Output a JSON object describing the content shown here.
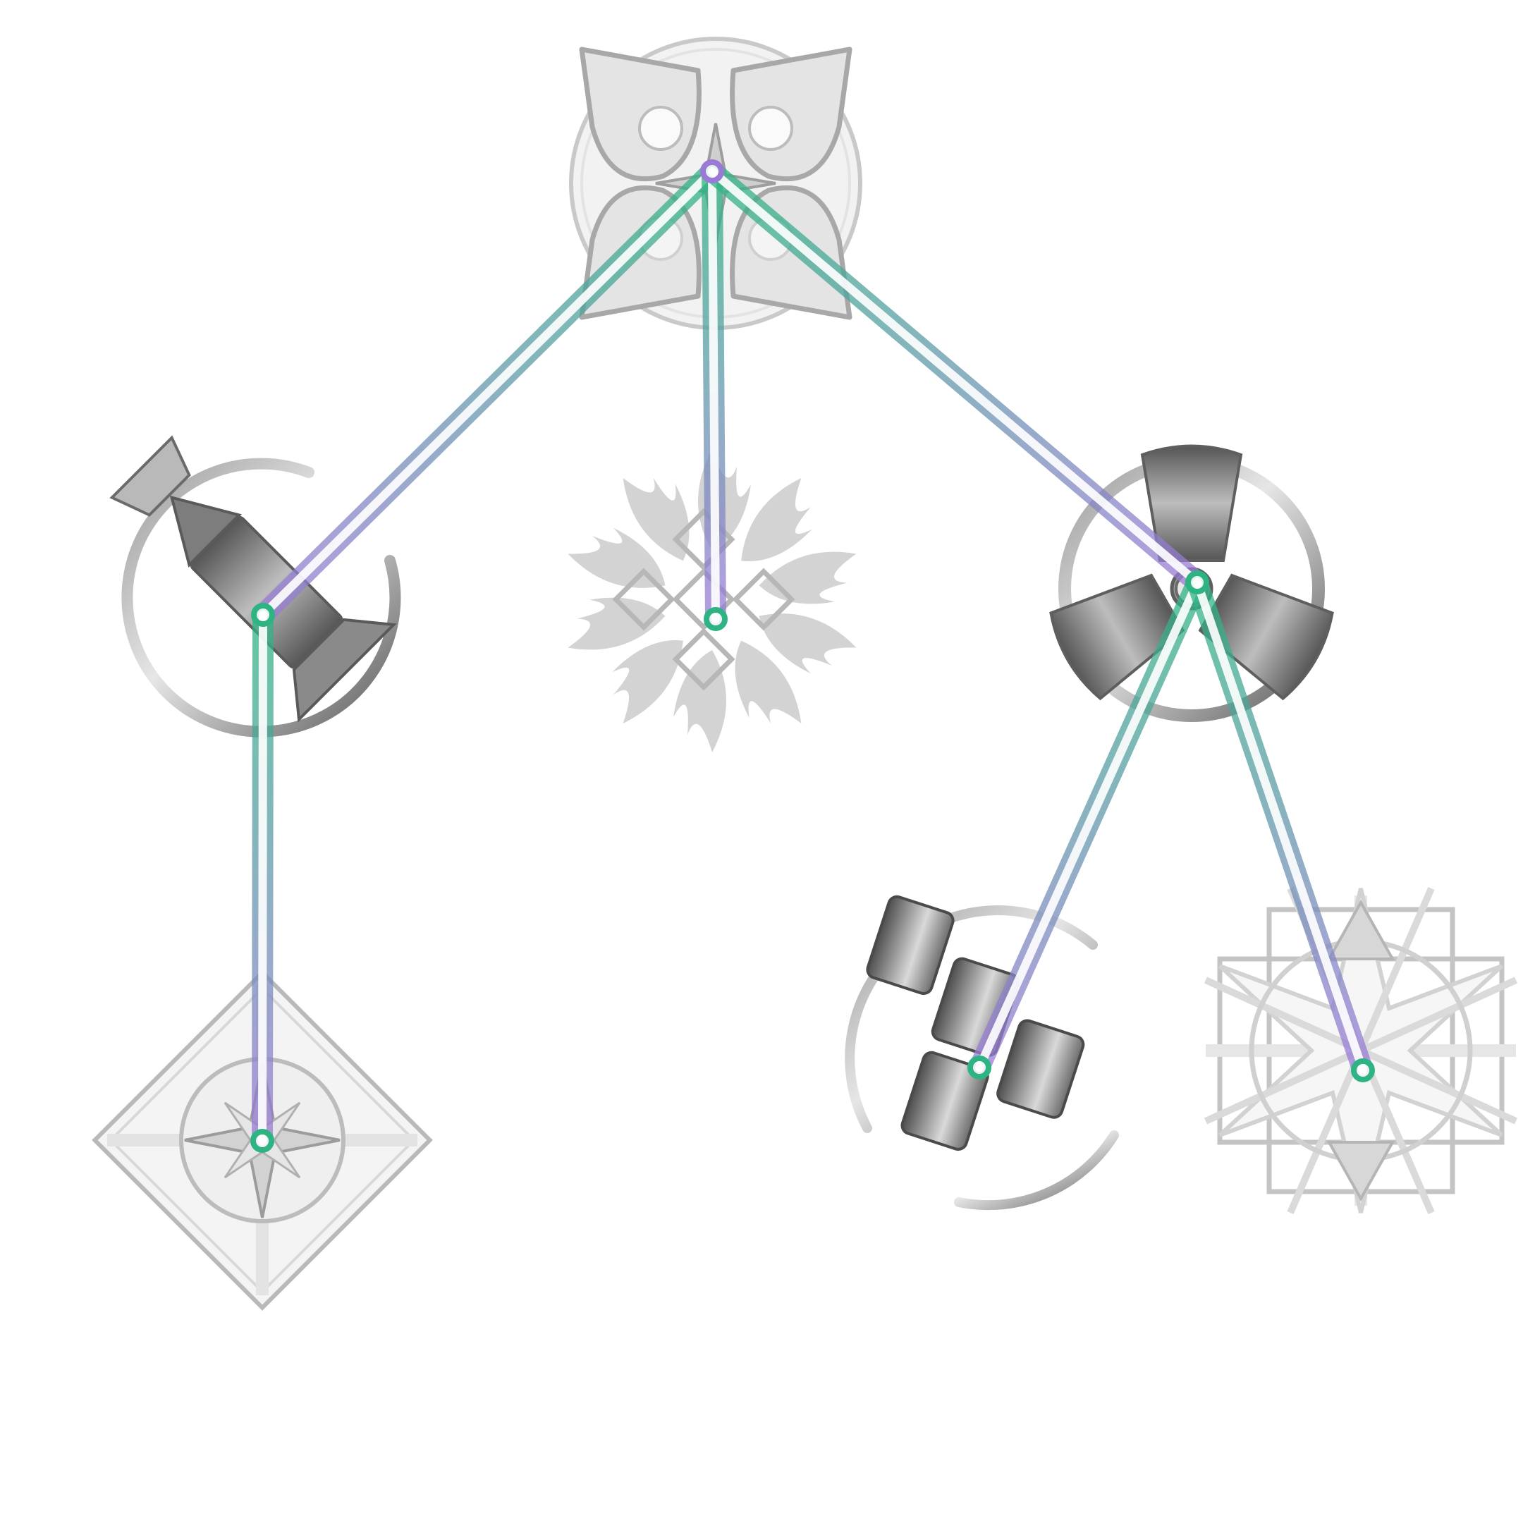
{
  "diagram": {
    "type": "tree",
    "colors": {
      "background": "#ffffff",
      "link_start": "#9b7ad6",
      "link_end": "#2eb482",
      "icon_light": "#e4e4e4",
      "icon_mid": "#c8c8c8",
      "icon_stroke": "#a8a8a8",
      "icon_dark": "#7a7a7a"
    },
    "nodes": [
      {
        "id": "root",
        "icon": "owl-emblem-icon"
      },
      {
        "id": "left",
        "icon": "rocket-ring-icon"
      },
      {
        "id": "center",
        "icon": "lotus-knot-icon"
      },
      {
        "id": "right",
        "icon": "trefoil-wheel-icon"
      },
      {
        "id": "left-leaf",
        "icon": "compass-diamond-icon"
      },
      {
        "id": "right-leaf-a",
        "icon": "tetris-ring-icon"
      },
      {
        "id": "right-leaf-b",
        "icon": "star-compass-icon"
      }
    ],
    "edges": [
      {
        "from": "root",
        "to": "left"
      },
      {
        "from": "root",
        "to": "center"
      },
      {
        "from": "root",
        "to": "right"
      },
      {
        "from": "left",
        "to": "left-leaf"
      },
      {
        "from": "right",
        "to": "right-leaf-a"
      },
      {
        "from": "right",
        "to": "right-leaf-b"
      }
    ]
  }
}
